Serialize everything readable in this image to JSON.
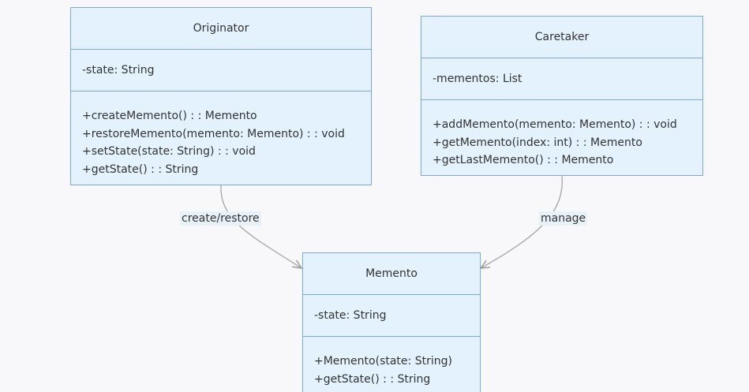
{
  "classes": {
    "originator": {
      "name": "Originator",
      "attributes": [
        "-state: String"
      ],
      "methods": [
        "+createMemento() : : Memento",
        "+restoreMemento(memento: Memento) : : void",
        "+setState(state: String) : : void",
        "+getState() : : String"
      ]
    },
    "caretaker": {
      "name": "Caretaker",
      "attributes": [
        "-mementos: List"
      ],
      "methods": [
        "+addMemento(memento: Memento) : : void",
        "+getMemento(index: int) : : Memento",
        "+getLastMemento() : : Memento"
      ]
    },
    "memento": {
      "name": "Memento",
      "attributes": [
        "-state: String"
      ],
      "methods": [
        "+Memento(state: String)",
        "+getState() : : String"
      ]
    }
  },
  "relations": [
    {
      "from": "Originator",
      "to": "Memento",
      "label": "create/restore"
    },
    {
      "from": "Caretaker",
      "to": "Memento",
      "label": "manage"
    }
  ],
  "colors": {
    "background": "#f8f8fb",
    "box_fill": "#e3f2fd",
    "box_border": "#7da7e8",
    "edge": "#aaaaaa",
    "text": "#333333"
  }
}
